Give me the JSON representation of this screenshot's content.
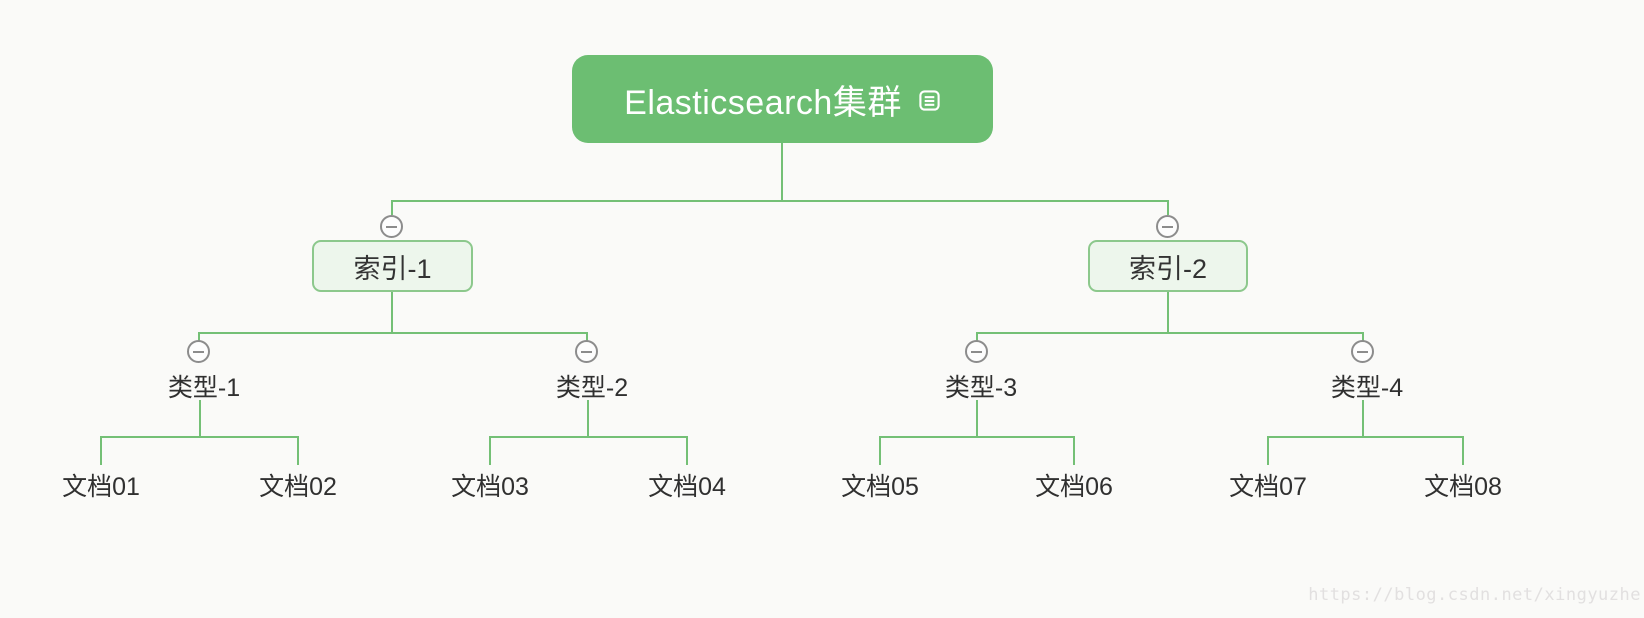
{
  "diagram": {
    "title": "Elasticsearch cluster index/type/document tree",
    "root": {
      "label": "Elasticsearch集群",
      "note_icon": "notes-icon"
    },
    "indexes": [
      {
        "label": "索引-1"
      },
      {
        "label": "索引-2"
      }
    ],
    "types": [
      {
        "label": "类型-1",
        "parent": "索引-1"
      },
      {
        "label": "类型-2",
        "parent": "索引-1"
      },
      {
        "label": "类型-3",
        "parent": "索引-2"
      },
      {
        "label": "类型-4",
        "parent": "索引-2"
      }
    ],
    "documents": [
      {
        "label": "文档01",
        "parent": "类型-1"
      },
      {
        "label": "文档02",
        "parent": "类型-1"
      },
      {
        "label": "文档03",
        "parent": "类型-2"
      },
      {
        "label": "文档04",
        "parent": "类型-2"
      },
      {
        "label": "文档05",
        "parent": "类型-3"
      },
      {
        "label": "文档06",
        "parent": "类型-3"
      },
      {
        "label": "文档07",
        "parent": "类型-4"
      },
      {
        "label": "文档08",
        "parent": "类型-4"
      }
    ],
    "collapse_icon": "minus-circle"
  },
  "colors": {
    "background": "#fafaf8",
    "root_fill": "#6cbe72",
    "root_text": "#ffffff",
    "index_fill": "#edf6ec",
    "index_border": "#8cc88c",
    "node_text": "#303030",
    "connector": "#74c076",
    "collapse_stroke": "#8c8c8c"
  },
  "watermark": {
    "text": "https://blog.csdn.net/xingyuzhe"
  }
}
